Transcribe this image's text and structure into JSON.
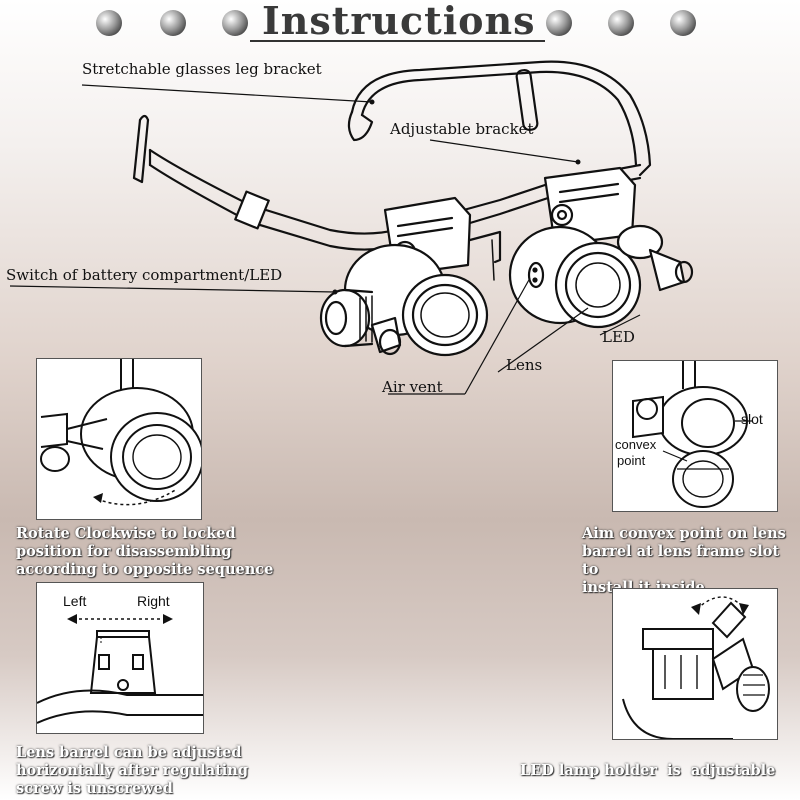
{
  "title": "Instructions",
  "labels": {
    "leg_bracket": "Stretchable glasses leg bracket",
    "adjustable_bracket": "Adjustable bracket",
    "switch": "Switch of battery compartment/LED",
    "led": "LED",
    "lens": "Lens",
    "air_vent": "Air vent"
  },
  "panels": {
    "rotate": {
      "caption_lines": [
        "Rotate Clockwise to locked",
        "position for disassembling",
        "according to opposite sequence"
      ]
    },
    "convex": {
      "slot_label": "slot",
      "convex_label_1": "convex",
      "convex_label_2": "point",
      "caption_lines": [
        "Aim convex point on lens",
        "barrel at lens frame slot to",
        "install it inside"
      ]
    },
    "horizontal": {
      "left_label": "Left",
      "right_label": "Right",
      "caption_lines": [
        "Lens barrel can be adjusted",
        "horizontally after regulating",
        "screw is unscrewed"
      ]
    },
    "lamp": {
      "caption_lines": [
        "LED lamp holder  is  adjustable"
      ]
    }
  }
}
